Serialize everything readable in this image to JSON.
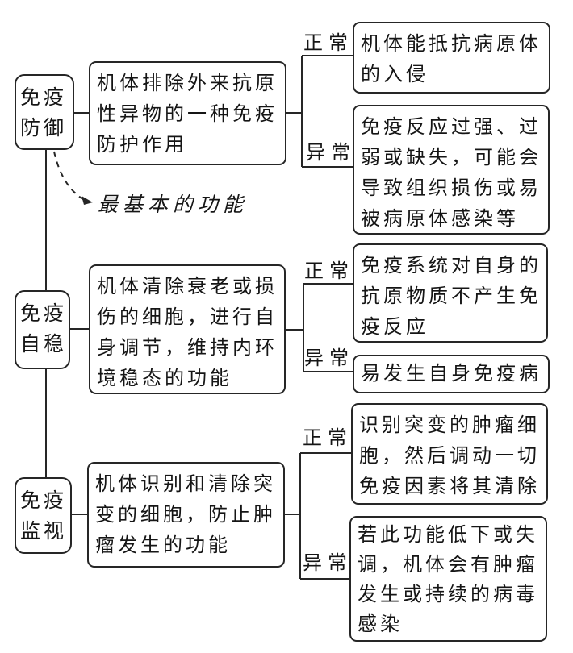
{
  "diagram": {
    "rows": [
      {
        "term": "免疫防御",
        "description": "机体排除外来抗原性异物的一种免疫防护作用",
        "normal": {
          "label": "正常",
          "text": "机体能抵抗病原体的入侵"
        },
        "abnormal": {
          "label": "异常",
          "text": "免疫反应过强、过弱或缺失，可能会导致组织损伤或易被病原体感染等"
        }
      },
      {
        "term": "免疫自稳",
        "description": "机体清除衰老或损伤的细胞，进行自身调节，维持内环境稳态的功能",
        "normal": {
          "label": "正常",
          "text": "免疫系统对自身的抗原物质不产生免疫反应"
        },
        "abnormal": {
          "label": "异常",
          "text": "易发生自身免疫病"
        }
      },
      {
        "term": "免疫监视",
        "description": "机体识别和清除突变的细胞，防止肿瘤发生的功能",
        "normal": {
          "label": "正常",
          "text": "识别突变的肿瘤细胞，然后调动一切免疫因素将其清除"
        },
        "abnormal": {
          "label": "异常",
          "text": "若此功能低下或失调，机体会有肿瘤发生或持续的病毒感染"
        }
      }
    ],
    "annotation": "最基本的功能",
    "colors": {
      "line": "#262626",
      "border": "#262626",
      "background": "#ffffff",
      "text": "#151515"
    }
  }
}
